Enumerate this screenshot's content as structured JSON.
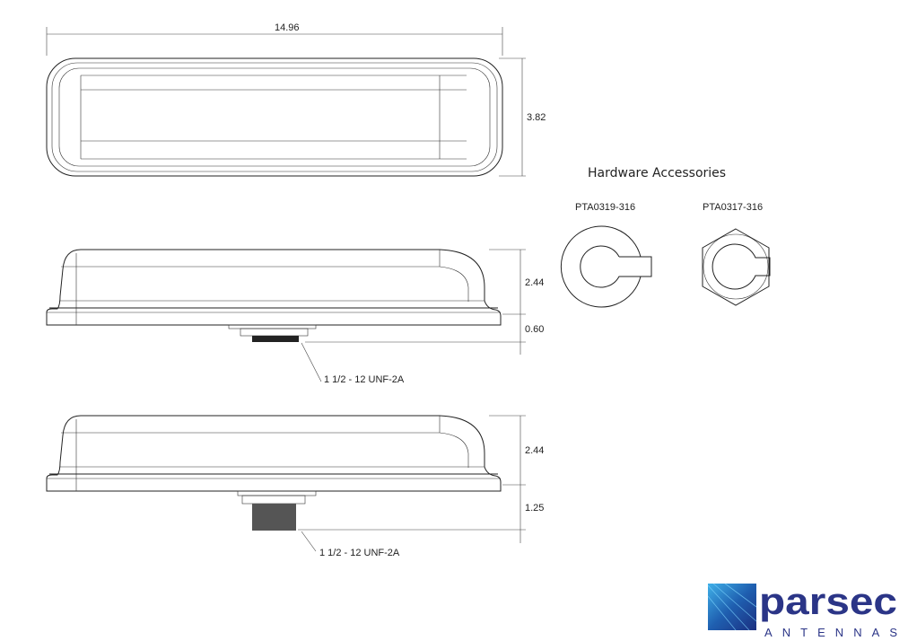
{
  "top_view": {
    "width_dim": "14.96",
    "height_dim": "3.82"
  },
  "side_view_1": {
    "height_dim": "2.44",
    "connector_dim": "0.60",
    "thread_callout": "1 1/2 - 12 UNF-2A"
  },
  "side_view_2": {
    "height_dim": "2.44",
    "connector_dim": "1.25",
    "thread_callout": "1 1/2 - 12 UNF-2A"
  },
  "hardware": {
    "title": "Hardware Accessories",
    "items": [
      {
        "part": "PTA0319-316"
      },
      {
        "part": "PTA0317-316"
      }
    ]
  },
  "logo": {
    "brand": "parsec",
    "sub": "ANTENNAS",
    "color": "#2b3587"
  }
}
